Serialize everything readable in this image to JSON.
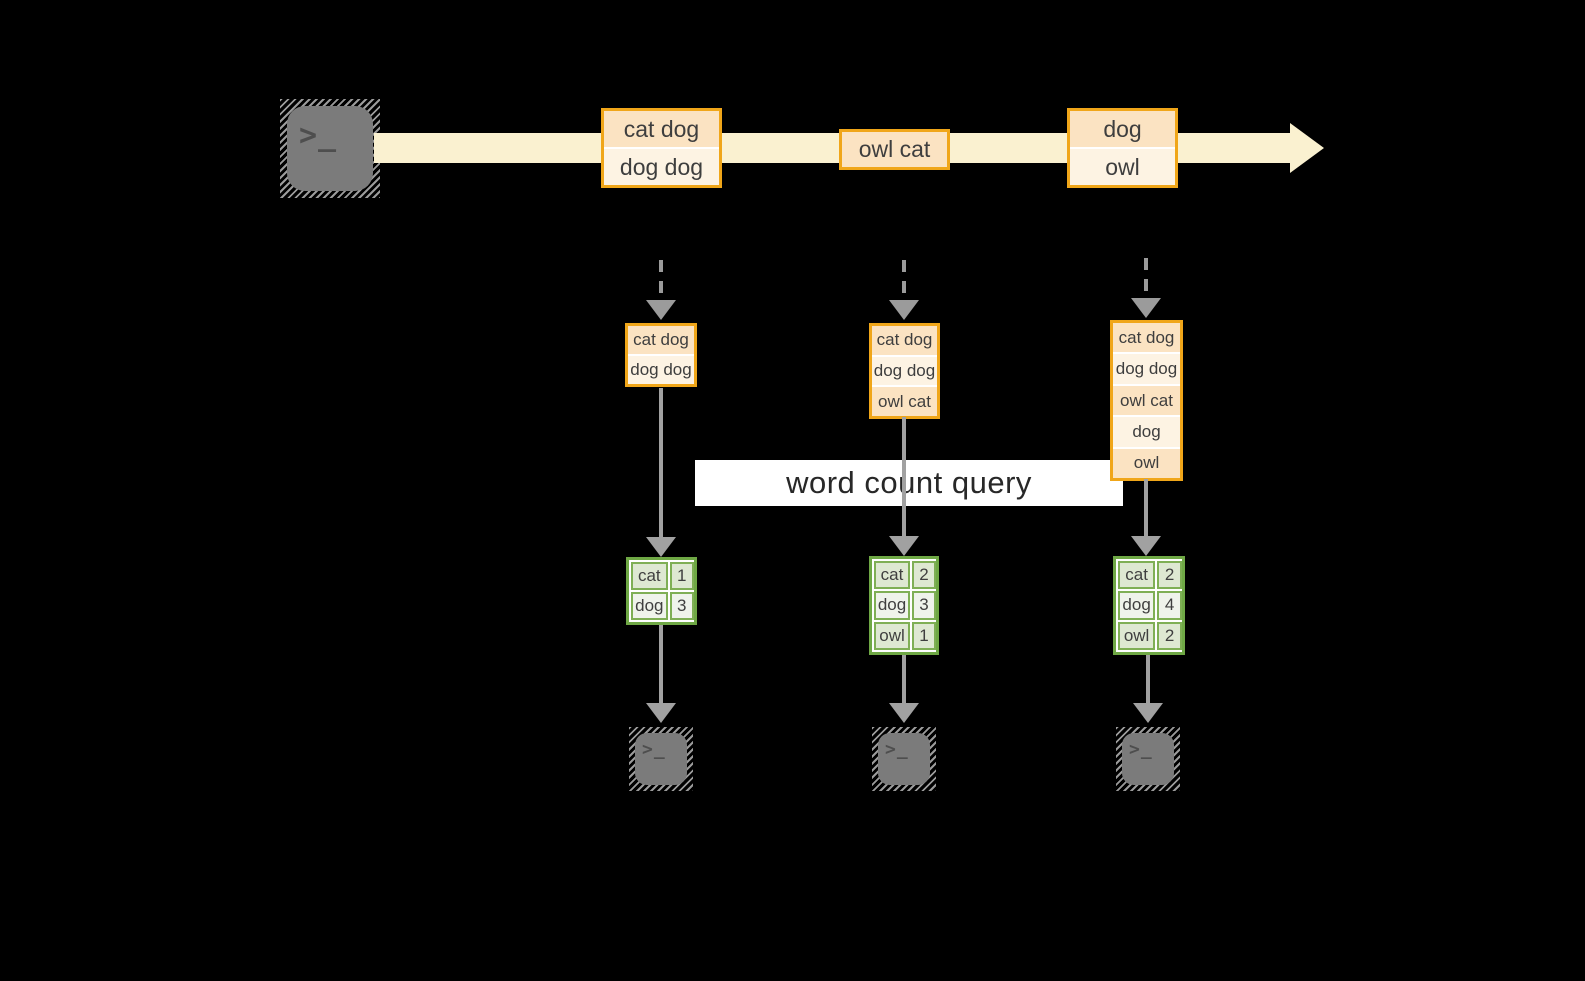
{
  "query_label": "word count query",
  "icons": {
    "terminal_prompt": ">_"
  },
  "stream": {
    "batch1": [
      "cat dog",
      "dog dog"
    ],
    "batch2": [
      "owl cat"
    ],
    "batch3": [
      "dog",
      "owl"
    ]
  },
  "columns": [
    {
      "stack": [
        "cat dog",
        "dog dog"
      ],
      "counts": [
        {
          "word": "cat",
          "count": "1"
        },
        {
          "word": "dog",
          "count": "3"
        }
      ]
    },
    {
      "stack": [
        "cat dog",
        "dog dog",
        "owl cat"
      ],
      "counts": [
        {
          "word": "cat",
          "count": "2"
        },
        {
          "word": "dog",
          "count": "3"
        },
        {
          "word": "owl",
          "count": "1"
        }
      ]
    },
    {
      "stack": [
        "cat dog",
        "dog dog",
        "owl cat",
        "dog",
        "owl"
      ],
      "counts": [
        {
          "word": "cat",
          "count": "2"
        },
        {
          "word": "dog",
          "count": "4"
        },
        {
          "word": "owl",
          "count": "2"
        }
      ]
    }
  ],
  "colors": {
    "background": "#000000",
    "stream_band": "#FAF1D0",
    "record_border": "#F0A619",
    "record_fill_dark": "#FBE3C2",
    "record_fill_light": "#FDF3E3",
    "table_border": "#6FA845",
    "table_fill_dark": "#DEE8D2",
    "table_fill_light": "#EFF3EB",
    "arrow_gray": "#A1A1A1",
    "terminal_gray": "#7B7B7B"
  }
}
